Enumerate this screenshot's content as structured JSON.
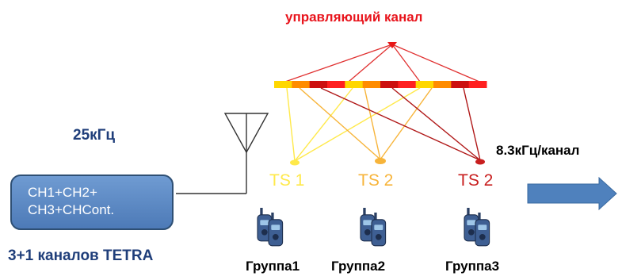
{
  "labels": {
    "control_channel": "управляющий канал",
    "bandwidth": "25кГц",
    "rate_per_channel": "8.3кГц/канал",
    "tetra_channels": "3+1 каналов TETRA"
  },
  "channel_box": {
    "line1": "CH1+CH2+",
    "line2": "CH3+CHCont."
  },
  "timeslots": [
    {
      "label": "TS 1",
      "color": "#ffe94a"
    },
    {
      "label": "TS 2",
      "color": "#f7b43a"
    },
    {
      "label": "TS 2",
      "color": "#c81e1e"
    }
  ],
  "groups": [
    "Группа1",
    "Группа2",
    "Группа3"
  ],
  "colors": {
    "control_text": "#e8141c",
    "blue_text": "#1f3e7a",
    "box_fill": "#5a86c2",
    "arrow": "#4f81bd",
    "frame_slots": [
      "#ffd700",
      "#ff8c00",
      "#cc1010",
      "#ff2020",
      "#ffd700",
      "#ff8c00",
      "#cc1010",
      "#ff2020",
      "#ffd700",
      "#ff8c00",
      "#cc1010",
      "#ff2020"
    ]
  },
  "icons": {
    "antenna": "antenna-icon",
    "radio": "walkie-talkie-icon",
    "arrow": "arrow-right-icon"
  }
}
